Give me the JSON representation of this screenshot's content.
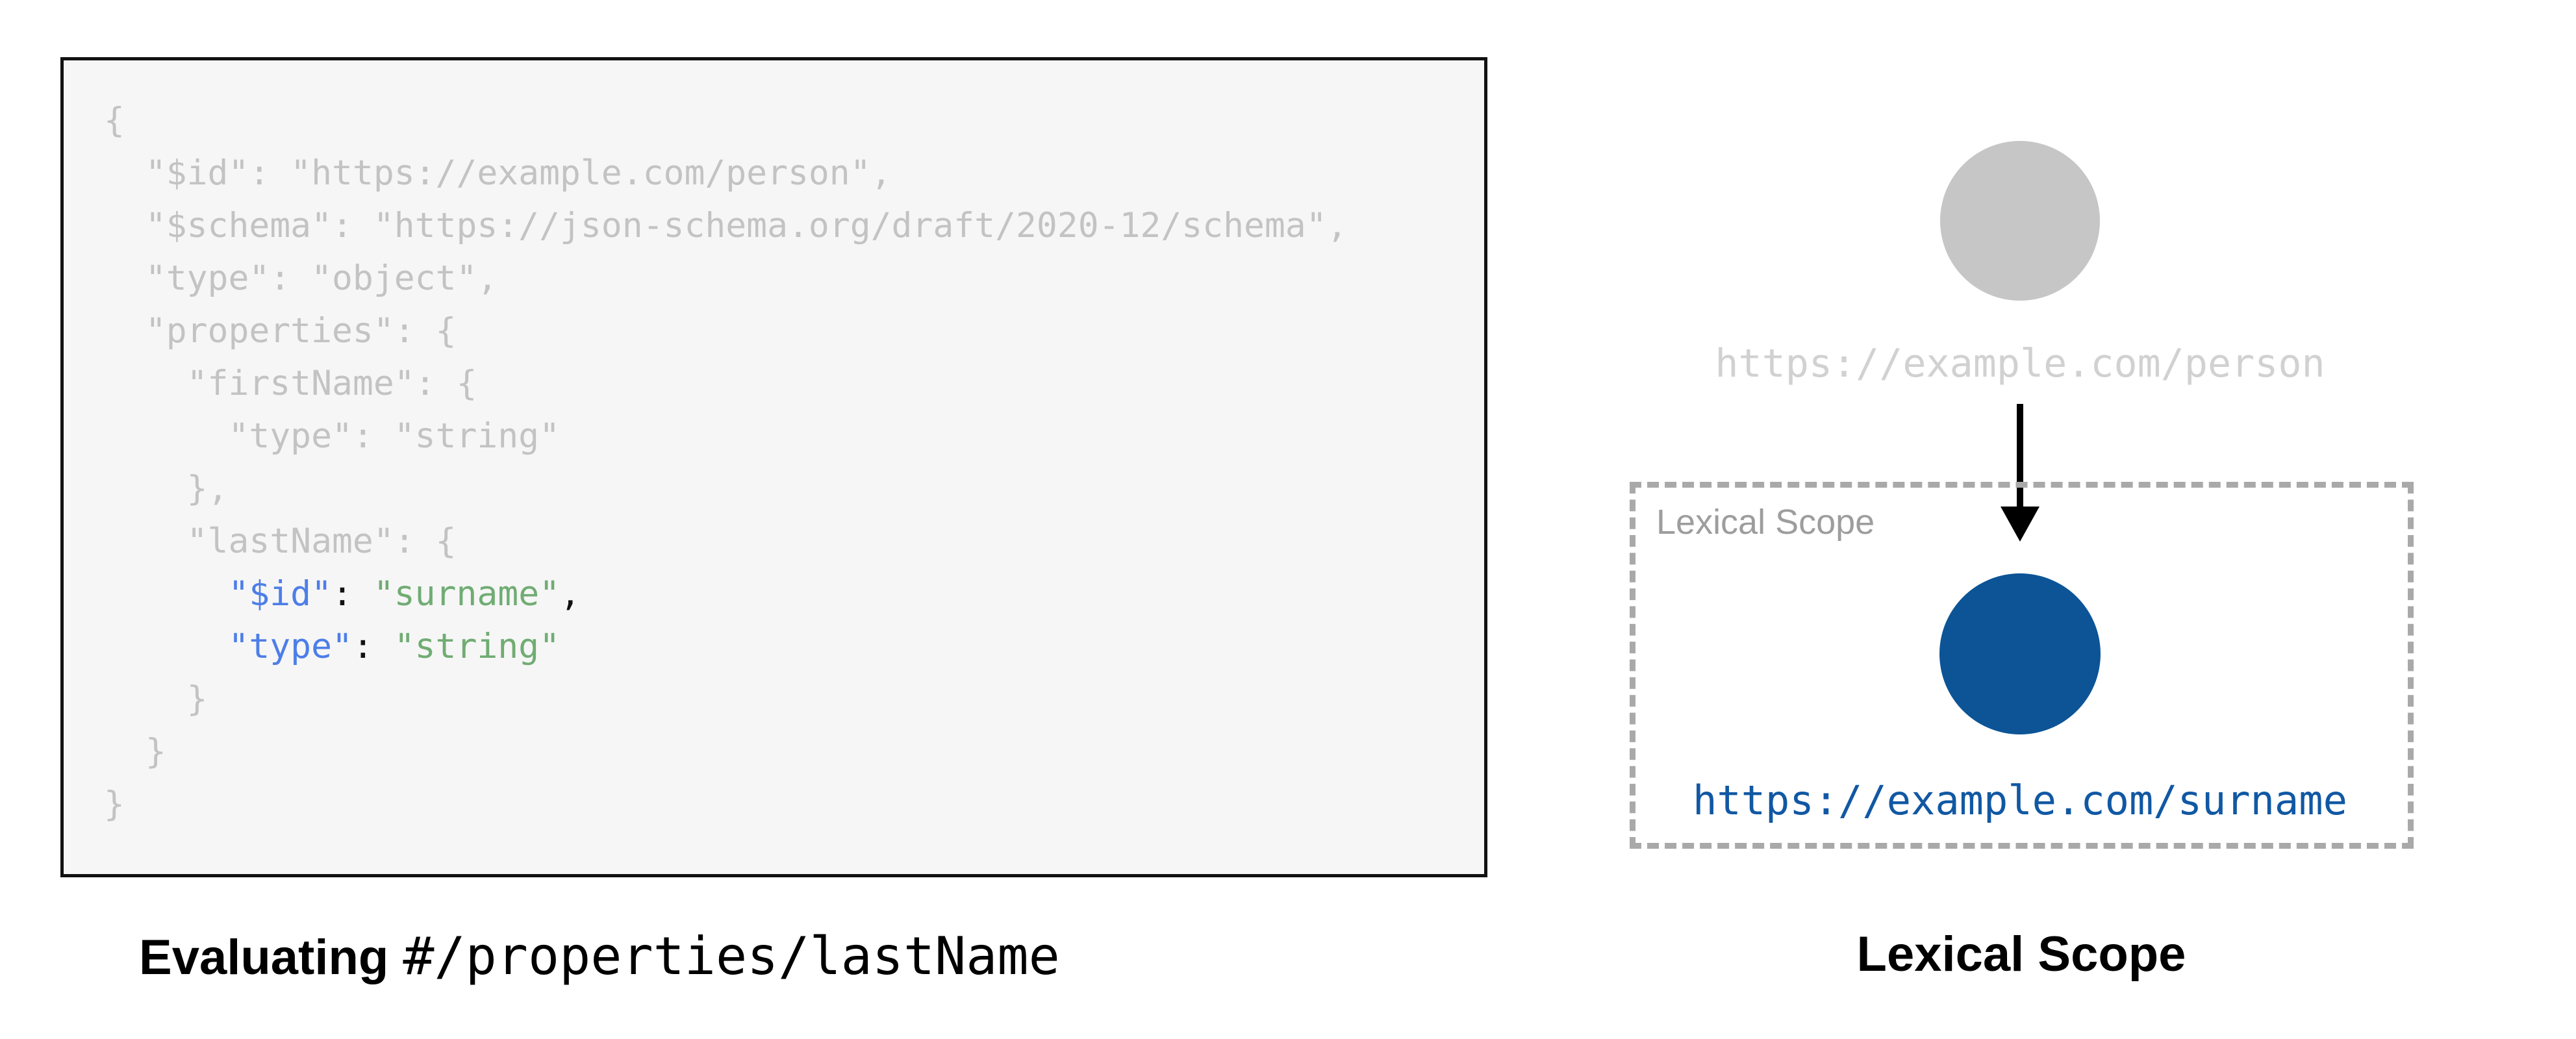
{
  "colors": {
    "panel_bg": "#f6f6f6",
    "panel_border": "#111111",
    "code_gray": "#c3c3c3",
    "code_blue": "#4d7ee8",
    "code_green": "#70ac73",
    "code_black": "#111111",
    "gray_circle": "#c6c6c6",
    "gray_url": "#d1d1d1",
    "blue_circle": "#0c5496",
    "blue_url": "#1158a3",
    "scope_border": "#a9a9a9",
    "scope_label": "#9d9d9d",
    "arrow": "#000000"
  },
  "code_panel": {
    "lines": [
      {
        "segments": [
          {
            "color": "gray",
            "text": "{"
          }
        ]
      },
      {
        "segments": [
          {
            "color": "gray",
            "text": "  \"$id\": \"https://example.com/person\","
          }
        ]
      },
      {
        "segments": [
          {
            "color": "gray",
            "text": "  \"$schema\": \"https://json-schema.org/draft/2020-12/schema\","
          }
        ]
      },
      {
        "segments": [
          {
            "color": "gray",
            "text": "  \"type\": \"object\","
          }
        ]
      },
      {
        "segments": [
          {
            "color": "gray",
            "text": "  \"properties\": {"
          }
        ]
      },
      {
        "segments": [
          {
            "color": "gray",
            "text": "    \"firstName\": {"
          }
        ]
      },
      {
        "segments": [
          {
            "color": "gray",
            "text": "      \"type\": \"string\""
          }
        ]
      },
      {
        "segments": [
          {
            "color": "gray",
            "text": "    },"
          }
        ]
      },
      {
        "segments": [
          {
            "color": "gray",
            "text": "    \"lastName\": {"
          }
        ]
      },
      {
        "segments": [
          {
            "color": "gray",
            "text": "      "
          },
          {
            "color": "blue",
            "text": "\"$id\""
          },
          {
            "color": "black",
            "text": ": "
          },
          {
            "color": "green",
            "text": "\"surname\""
          },
          {
            "color": "black",
            "text": ","
          }
        ]
      },
      {
        "segments": [
          {
            "color": "gray",
            "text": "      "
          },
          {
            "color": "blue",
            "text": "\"type\""
          },
          {
            "color": "black",
            "text": ": "
          },
          {
            "color": "green",
            "text": "\"string\""
          }
        ]
      },
      {
        "segments": [
          {
            "color": "gray",
            "text": "    }"
          }
        ]
      },
      {
        "segments": [
          {
            "color": "gray",
            "text": "  }"
          }
        ]
      },
      {
        "segments": [
          {
            "color": "gray",
            "text": "}"
          }
        ]
      }
    ]
  },
  "left_caption": {
    "bold": "Evaluating",
    "mono": "#/properties/lastName"
  },
  "right_diagram": {
    "parent_uri": "https://example.com/person",
    "scope_box_label": "Lexical Scope",
    "child_uri": "https://example.com/surname",
    "caption": "Lexical Scope"
  }
}
